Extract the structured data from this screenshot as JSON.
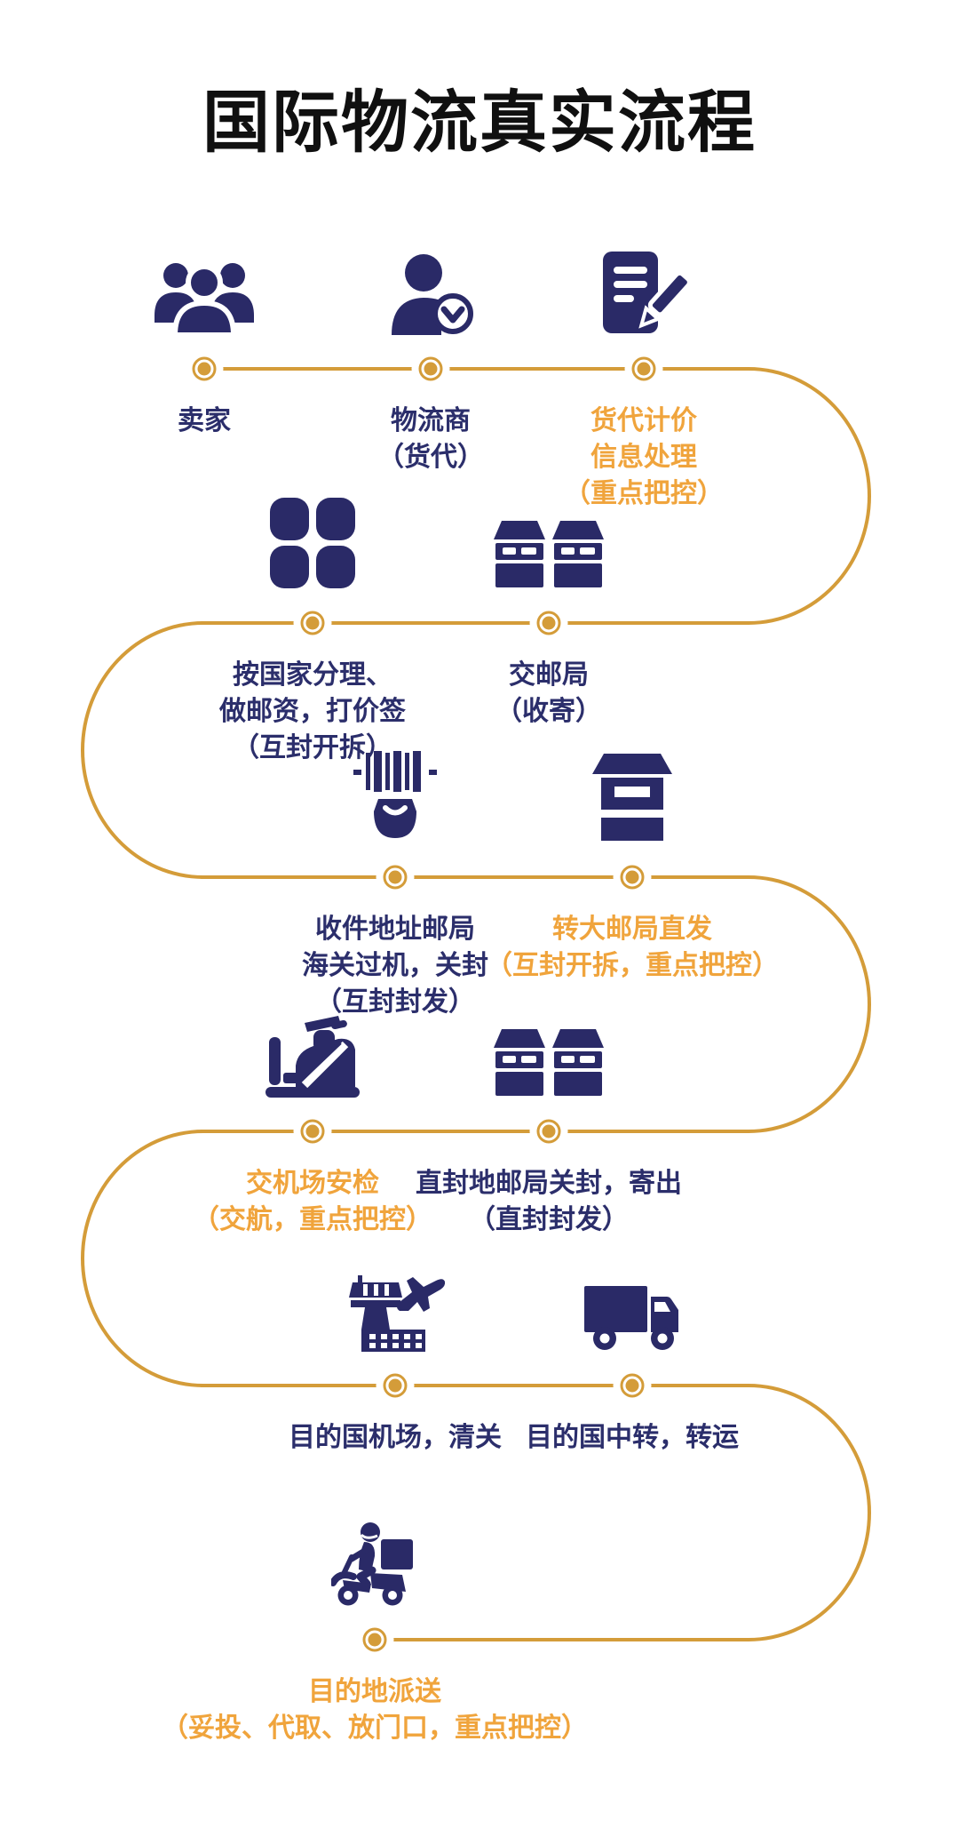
{
  "title": "国际物流真实流程",
  "colors": {
    "navy": "#2a2a67",
    "navy_text": "#2b2e6b",
    "gold": "#d49c39",
    "orange": "#f0a43c",
    "title": "#101010",
    "background": "#ffffff"
  },
  "stations": [
    {
      "name": "seller",
      "icon": "people-group-icon",
      "label_lines": [
        "卖家"
      ],
      "emphasis": false
    },
    {
      "name": "logistics-provider",
      "icon": "person-verified-icon",
      "label_lines": [
        "物流商",
        "（货代）"
      ],
      "emphasis": false
    },
    {
      "name": "forwarder-pricing",
      "icon": "document-pen-icon",
      "label_lines": [
        "货代计价",
        "信息处理",
        "（重点把控）"
      ],
      "emphasis": true
    },
    {
      "name": "country-sorting",
      "icon": "sorting-grid-icon",
      "label_lines": [
        "按国家分理、",
        "做邮资，打价签",
        "（互封开拆）"
      ],
      "emphasis": false
    },
    {
      "name": "post-office-handover",
      "icon": "parcels-icon",
      "label_lines": [
        "交邮局",
        "（收寄）"
      ],
      "emphasis": false
    },
    {
      "name": "recipient-post-office",
      "icon": "barcode-scanner-icon",
      "label_lines": [
        "收件地址邮局",
        "海关过机，关封",
        "（互封封发）"
      ],
      "emphasis": false
    },
    {
      "name": "major-post-office-direct",
      "icon": "mailbox-icon",
      "label_lines": [
        "转大邮局直发",
        "（互封开拆，重点把控）"
      ],
      "emphasis": true
    },
    {
      "name": "airport-security",
      "icon": "customs-officer-icon",
      "label_lines": [
        "交机场安检",
        "（交航，重点把控）"
      ],
      "emphasis": true
    },
    {
      "name": "direct-seal-post-office",
      "icon": "parcels-icon",
      "label_lines": [
        "直封地邮局关封，寄出",
        "（直封封发）"
      ],
      "emphasis": false
    },
    {
      "name": "destination-airport",
      "icon": "airport-plane-icon",
      "label_lines": [
        "目的国机场，清关"
      ],
      "emphasis": false
    },
    {
      "name": "destination-transit",
      "icon": "truck-icon",
      "label_lines": [
        "目的国中转，转运"
      ],
      "emphasis": false
    },
    {
      "name": "destination-delivery",
      "icon": "delivery-scooter-icon",
      "label_lines": [
        "目的地派送",
        "（妥投、代取、放门口，重点把控）"
      ],
      "emphasis": true
    }
  ]
}
